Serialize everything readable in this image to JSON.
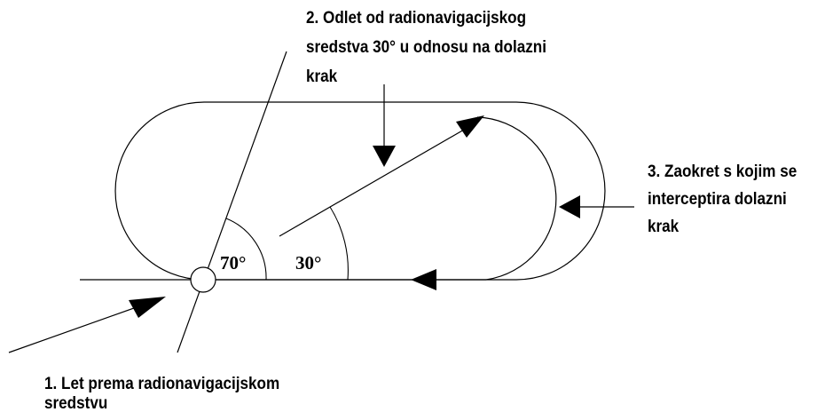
{
  "diagram": {
    "line_color": "#000000",
    "background": "#ffffff",
    "labels": {
      "step1": [
        "1. Let prema radionavigacijskom",
        "sredstvu"
      ],
      "step2": [
        "2. Odlet od radionavigacijskog",
        "sredstva 30° u odnosu na dolazni",
        "krak"
      ],
      "step3": [
        "3. Zaokret s kojim se",
        "interceptira dolazni",
        "krak"
      ]
    },
    "angles": {
      "inbound_track": "70°",
      "outbound_offset": "30°"
    },
    "icons": {
      "arrow_step1": "arrow-up-right-icon",
      "arrow_step2": "arrow-down-icon",
      "arrow_step3": "arrow-left-icon",
      "arrow_inbound": "arrow-left-icon",
      "arrow_outbound": "arrow-up-right-icon",
      "beacon": "circle-icon"
    }
  }
}
